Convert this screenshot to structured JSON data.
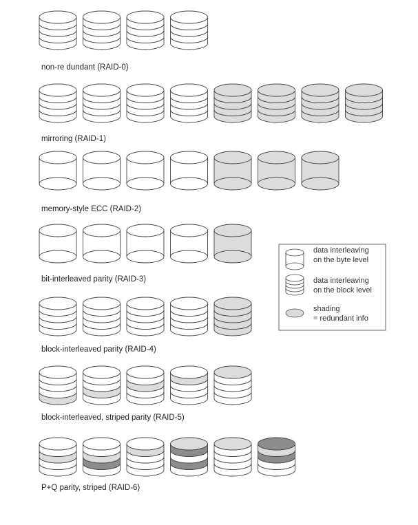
{
  "colors": {
    "background": "#ffffff",
    "stroke": "#444444",
    "data_fill": "#ffffff",
    "redundant_fill": "#dcdcdc",
    "redundant_fill_dark": "#8c8c8c",
    "legend_border": "#555555"
  },
  "raid_levels": [
    {
      "id": "raid0",
      "label": "non-re dundant (RAID-0)",
      "disks": [
        {
          "kind": "block",
          "shade": "none"
        },
        {
          "kind": "block",
          "shade": "none"
        },
        {
          "kind": "block",
          "shade": "none"
        },
        {
          "kind": "block",
          "shade": "none"
        }
      ]
    },
    {
      "id": "raid1",
      "label": "mirroring (RAID-1)",
      "disks": [
        {
          "kind": "block",
          "shade": "none"
        },
        {
          "kind": "block",
          "shade": "none"
        },
        {
          "kind": "block",
          "shade": "none"
        },
        {
          "kind": "block",
          "shade": "none"
        },
        {
          "kind": "block",
          "shade": "full"
        },
        {
          "kind": "block",
          "shade": "full"
        },
        {
          "kind": "block",
          "shade": "full"
        },
        {
          "kind": "block",
          "shade": "full"
        }
      ]
    },
    {
      "id": "raid2",
      "label": "memory-style ECC (RAID-2)",
      "disks": [
        {
          "kind": "byte",
          "shade": "none"
        },
        {
          "kind": "byte",
          "shade": "none"
        },
        {
          "kind": "byte",
          "shade": "none"
        },
        {
          "kind": "byte",
          "shade": "none"
        },
        {
          "kind": "byte",
          "shade": "full"
        },
        {
          "kind": "byte",
          "shade": "full"
        },
        {
          "kind": "byte",
          "shade": "full"
        }
      ]
    },
    {
      "id": "raid3",
      "label": "bit-interleaved parity (RAID-3)",
      "disks": [
        {
          "kind": "byte",
          "shade": "none"
        },
        {
          "kind": "byte",
          "shade": "none"
        },
        {
          "kind": "byte",
          "shade": "none"
        },
        {
          "kind": "byte",
          "shade": "none"
        },
        {
          "kind": "byte",
          "shade": "full"
        }
      ]
    },
    {
      "id": "raid4",
      "label": "block-interleaved parity (RAID-4)",
      "disks": [
        {
          "kind": "block",
          "shade": "none"
        },
        {
          "kind": "block",
          "shade": "none"
        },
        {
          "kind": "block",
          "shade": "none"
        },
        {
          "kind": "block",
          "shade": "none"
        },
        {
          "kind": "block",
          "shade": "full"
        }
      ]
    },
    {
      "id": "raid5",
      "label": "block-interleaved, striped parity (RAID-5)",
      "disks": [
        {
          "kind": "block",
          "shade": "bands",
          "bands": [
            4
          ]
        },
        {
          "kind": "block",
          "shade": "bands",
          "bands": [
            3
          ]
        },
        {
          "kind": "block",
          "shade": "bands",
          "bands": [
            2
          ]
        },
        {
          "kind": "block",
          "shade": "bands",
          "bands": [
            1
          ]
        },
        {
          "kind": "block",
          "shade": "bands",
          "bands": [
            0
          ]
        }
      ]
    },
    {
      "id": "raid6",
      "label": "P+Q parity, striped (RAID-6)",
      "disks": [
        {
          "kind": "block",
          "shade": "bands",
          "bands": [
            2
          ]
        },
        {
          "kind": "block",
          "shade": "bands",
          "bands": [
            2
          ],
          "dark_bands": [
            3
          ]
        },
        {
          "kind": "block",
          "shade": "bands",
          "bands": [
            1
          ]
        },
        {
          "kind": "block",
          "shade": "bands",
          "bands": [
            0
          ],
          "dark_bands": [
            1,
            3
          ]
        },
        {
          "kind": "block",
          "shade": "bands",
          "bands": [
            0
          ]
        },
        {
          "kind": "block",
          "shade": "bands",
          "bands": [
            1
          ],
          "dark_bands": [
            0,
            2
          ]
        }
      ]
    }
  ],
  "legend": {
    "items": [
      {
        "icon": "byte",
        "shade": "none",
        "lines": [
          "data interleaving",
          "on the byte level"
        ]
      },
      {
        "icon": "block",
        "shade": "none",
        "lines": [
          "data interleaving",
          "on the block level"
        ]
      },
      {
        "icon": "ellipse",
        "shade": "full",
        "lines": [
          "shading",
          "= redundant info"
        ]
      }
    ]
  }
}
